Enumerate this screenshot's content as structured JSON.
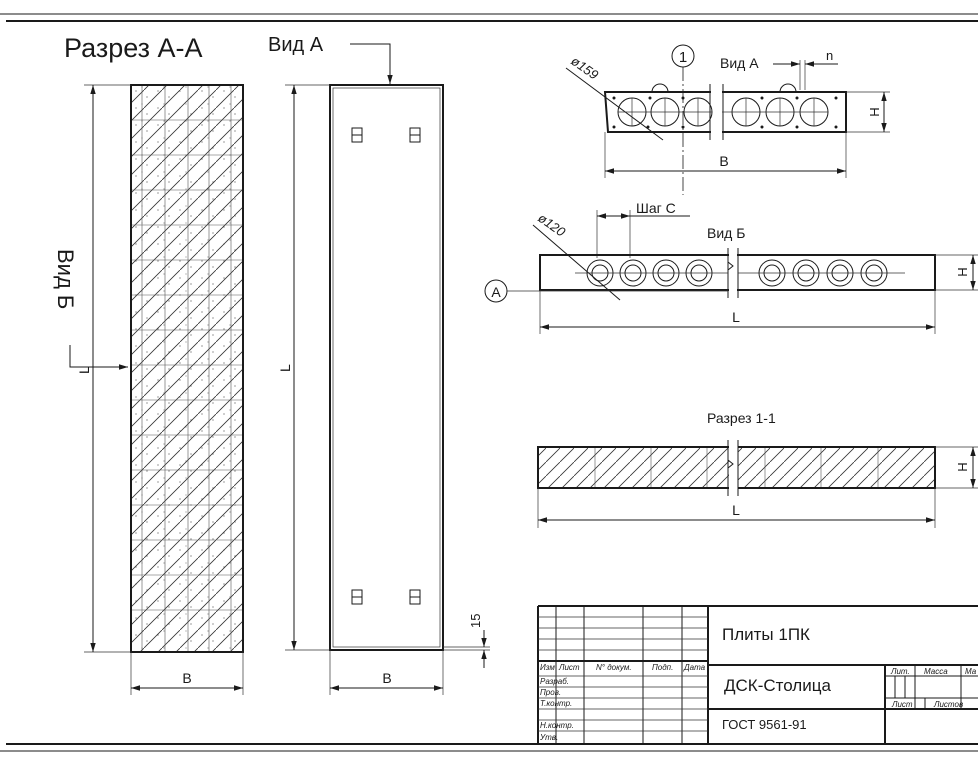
{
  "left": {
    "section_title": "Разрез А-А",
    "view_b": "Вид Б",
    "dim_l": "L",
    "dim_b": "B"
  },
  "middle": {
    "view_a": "Вид А",
    "dim_l": "L",
    "dim_b": "B",
    "dim_15": "15"
  },
  "right": {
    "marker_1": "1",
    "view_a_small": "Вид А",
    "dim_n": "n",
    "diam_159": "ø159",
    "dim_h": "H",
    "dim_b": "B",
    "step_c": "Шаг С",
    "view_b_small": "Вид Б",
    "diam_120": "ø120",
    "marker_a": "A",
    "dim_l": "L",
    "section_1_1": "Разрез 1-1"
  },
  "title_block": {
    "col_izm": "Изм",
    "col_list": "Лист",
    "col_doc": "N° докум.",
    "col_sign": "Подп.",
    "col_date": "Дата",
    "row_developed": "Разраб.",
    "row_checked": "Пров.",
    "row_tech": "Т.контр.",
    "row_norm": "Н.контр.",
    "row_approved": "Утв.",
    "product": "Плиты 1ПК",
    "company": "ДСК-Столица",
    "standard": "ГОСТ 9561-91",
    "lit": "Лит.",
    "mass": "Масса",
    "scale": "Ма",
    "sheet": "Лист",
    "sheets": "Листов"
  }
}
